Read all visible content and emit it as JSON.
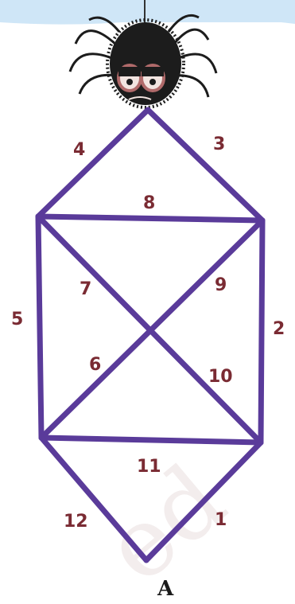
{
  "colors": {
    "edge": "#5a3b9a",
    "label": "#7a2b33",
    "sky": "#cfe6f7",
    "spider_body": "#1c1c1c",
    "spider_eye": "#b06a6a"
  },
  "watermark_text": "ed",
  "figure_label": "A",
  "edges": [
    {
      "id": "1",
      "label": "1"
    },
    {
      "id": "2",
      "label": "2"
    },
    {
      "id": "3",
      "label": "3"
    },
    {
      "id": "4",
      "label": "4"
    },
    {
      "id": "5",
      "label": "5"
    },
    {
      "id": "6",
      "label": "6"
    },
    {
      "id": "7",
      "label": "7"
    },
    {
      "id": "8",
      "label": "8"
    },
    {
      "id": "9",
      "label": "9"
    },
    {
      "id": "10",
      "label": "10"
    },
    {
      "id": "11",
      "label": "11"
    },
    {
      "id": "12",
      "label": "12"
    }
  ]
}
